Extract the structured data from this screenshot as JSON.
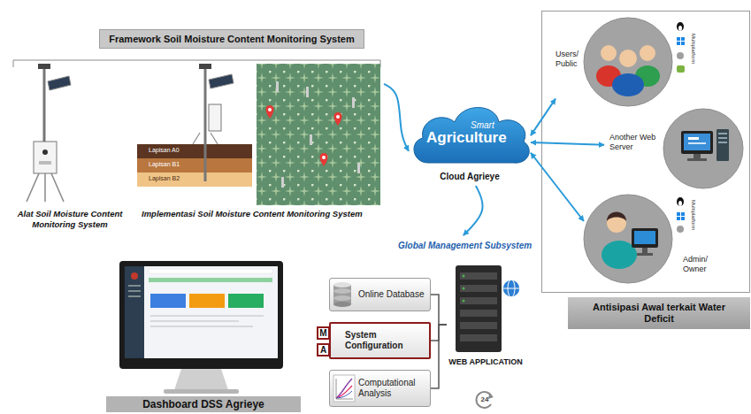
{
  "diagram": {
    "nodes": [
      {
        "text": [
          "Framework Soil Moisture Content Monitoring System"
        ]
      },
      {
        "text": [
          "Smart",
          "Agriculture",
          "Cloud Agrieye"
        ]
      },
      {
        "text": [
          "Antisipasi Awal terkait Water Deficit"
        ]
      },
      {
        "text": [
          "Users/ Public"
        ],
        "in": 2
      },
      {
        "text": [
          "Another Web Server"
        ],
        "in": 2
      },
      {
        "text": [
          "Admin/ Owner"
        ],
        "in": 2
      },
      {
        "text": [
          "Dashboard DSS Agrieye"
        ]
      },
      {
        "text": [
          "Global Management Subsystem"
        ]
      },
      {
        "text": [
          "Online Database"
        ],
        "in": 7
      },
      {
        "text": [
          "System Configuration"
        ],
        "in": 7
      },
      {
        "text": [
          "Computational Analysis"
        ],
        "in": 7
      },
      {
        "text": [
          "WEB APPLICATION"
        ],
        "in": 7
      }
    ],
    "edges": [
      {
        "from": 0,
        "to": 1,
        "arrow": "to"
      },
      {
        "from": 1,
        "to": 3,
        "arrow": "both"
      },
      {
        "from": 1,
        "to": 4,
        "arrow": "both"
      },
      {
        "from": 1,
        "to": 5,
        "arrow": "both"
      },
      {
        "from": 1,
        "to": 7,
        "arrow": "to"
      },
      {
        "from": 8,
        "to": 11,
        "arrow": "none"
      },
      {
        "from": 9,
        "to": 11,
        "arrow": "none"
      },
      {
        "from": 10,
        "to": 11,
        "arrow": "none"
      }
    ],
    "labels": [
      "Alat Soil Moisture Content Monitoring System",
      "Implementasi Soil Moisture Content Monitoring System",
      "Lapisan A0",
      "Lapisan B1",
      "Lapisan B2",
      "Multiplatform",
      "Multiplatform",
      "M",
      "A",
      "24"
    ]
  }
}
